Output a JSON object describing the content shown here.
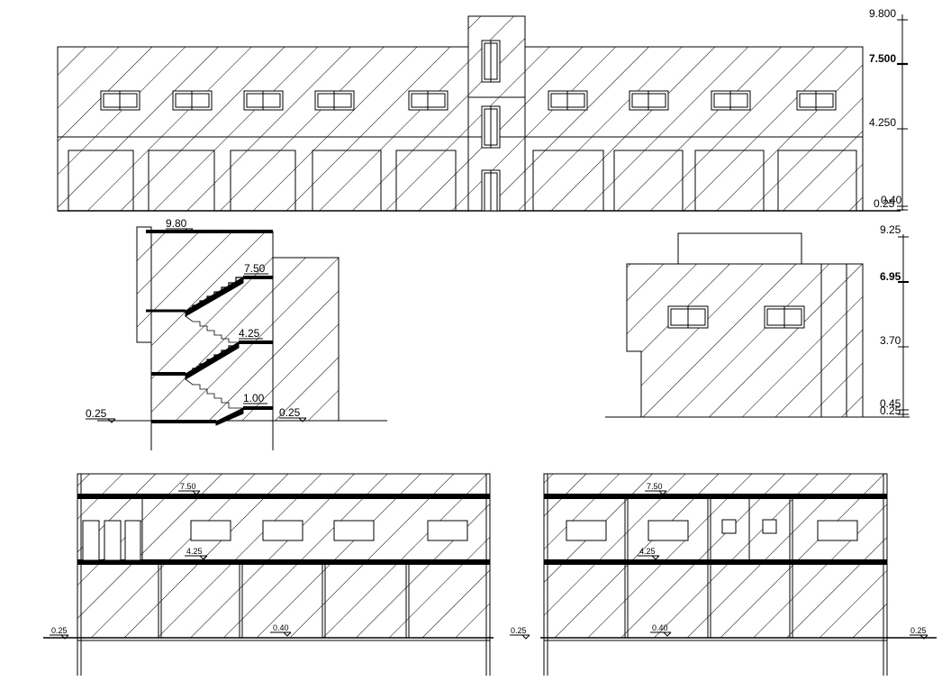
{
  "drawing": {
    "front_elevation": {
      "levels": [
        "9.800",
        "7.500",
        "4.250",
        "0.40",
        "0.25"
      ]
    },
    "stair_section": {
      "levels": [
        "9.80",
        "7.50",
        "4.25",
        "1.00",
        "0.25",
        "0.25"
      ]
    },
    "side_elevation": {
      "levels": [
        "9.25",
        "6.95",
        "3.70",
        "0.45",
        "0.25"
      ]
    },
    "section_left": {
      "levels": [
        "7.50",
        "4.25",
        "0.40",
        "0.25",
        "0.25"
      ]
    },
    "section_right": {
      "levels": [
        "7.50",
        "4.25",
        "0.40",
        "0.25"
      ]
    }
  }
}
